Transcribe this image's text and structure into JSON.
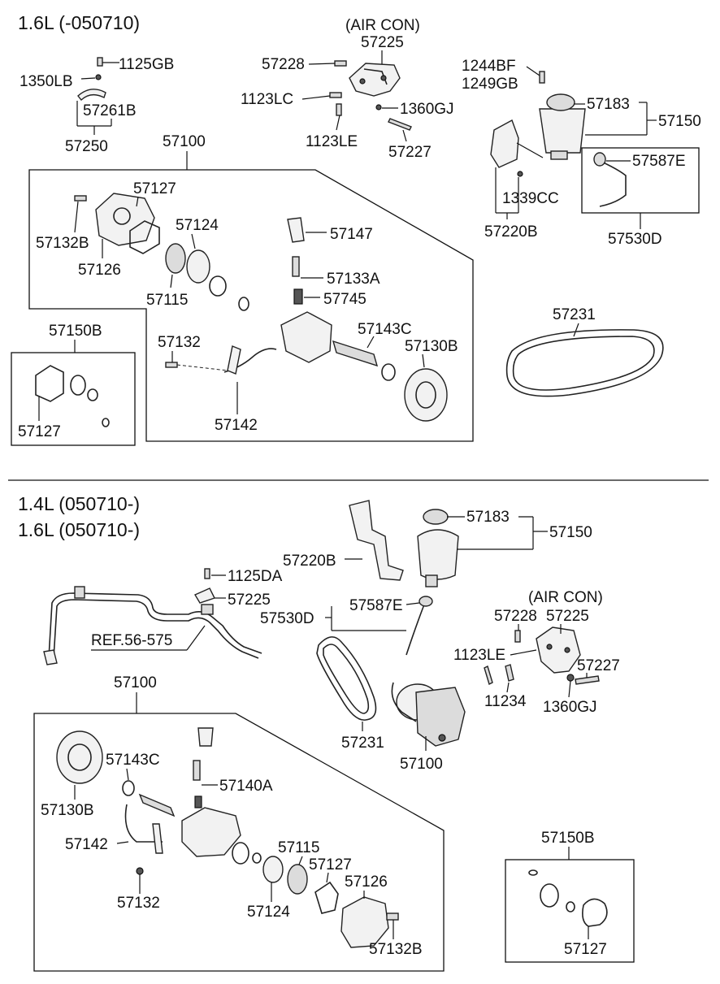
{
  "section_top": {
    "title": "1.6L (-050710)",
    "labels": {
      "air_con": "(AIR CON)",
      "p57225": "57225",
      "p57228": "57228",
      "p1123LC": "1123LC",
      "p1360GJ": "1360GJ",
      "p1123LE": "1123LE",
      "p57227": "57227",
      "p1244BF": "1244BF",
      "p1249GB": "1249GB",
      "p57183": "57183",
      "p57150": "57150",
      "p57587E": "57587E",
      "p1339CC": "1339CC",
      "p57220B": "57220B",
      "p57530D": "57530D",
      "p1125GB": "1125GB",
      "p1350LB": "1350LB",
      "p57261B": "57261B",
      "p57250": "57250",
      "p57100": "57100",
      "p57127": "57127",
      "p57124": "57124",
      "p57132B": "57132B",
      "p57126": "57126",
      "p57115": "57115",
      "p57147": "57147",
      "p57133A": "57133A",
      "p57745": "57745",
      "p57143C": "57143C",
      "p57130B": "57130B",
      "p57132": "57132",
      "p57142": "57142",
      "p57150B": "57150B",
      "p57127b": "57127",
      "p57231": "57231"
    }
  },
  "section_bottom": {
    "title_line1": "1.4L  (050710-)",
    "title_line2": "1.6L  (050710-)",
    "labels": {
      "p57183": "57183",
      "p57150": "57150",
      "p57220B": "57220B",
      "p1125DA": "1125DA",
      "p57225": "57225",
      "p57530D": "57530D",
      "p57587E": "57587E",
      "ref": "REF.56-575",
      "air_con": "(AIR CON)",
      "p57228": "57228",
      "p57225b": "57225",
      "p1123LE": "1123LE",
      "p57227": "57227",
      "p11234": "11234",
      "p1360GJ": "1360GJ",
      "p57231": "57231",
      "p57100a": "57100",
      "p57100": "57100",
      "p57143C": "57143C",
      "p57140A": "57140A",
      "p57130B": "57130B",
      "p57142": "57142",
      "p57115": "57115",
      "p57127": "57127",
      "p57126": "57126",
      "p57132": "57132",
      "p57124": "57124",
      "p57132B": "57132B",
      "p57150B": "57150B",
      "p57127b": "57127"
    }
  }
}
